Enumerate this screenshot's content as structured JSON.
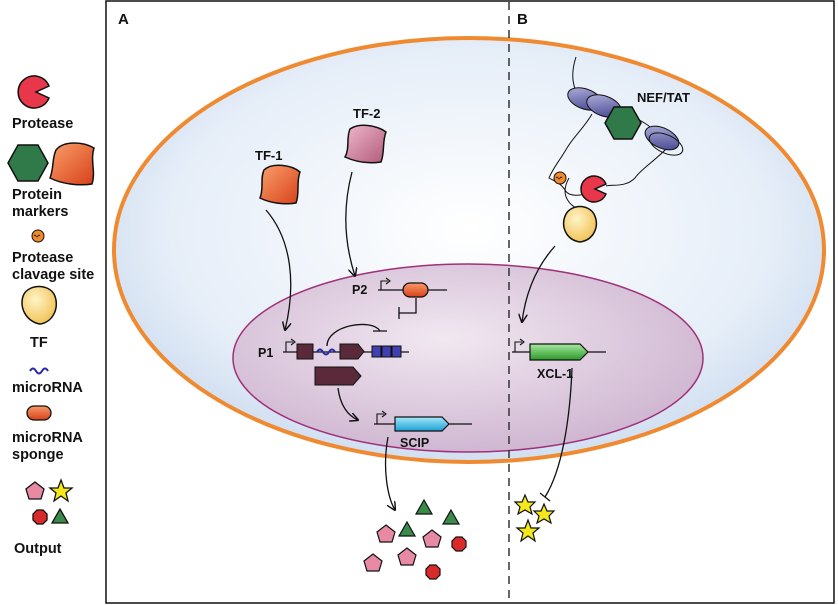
{
  "legend": {
    "protease": "Protease",
    "protein_markers_line1": "Protein",
    "protein_markers_line2": "markers",
    "cleavage_line1": "Protease",
    "cleavage_line2": "clavage site",
    "tf": "TF",
    "microrna": "microRNA",
    "sponge_line1": "microRNA",
    "sponge_line2": "sponge",
    "output": "Output"
  },
  "panel_a": {
    "label": "A",
    "tf1": "TF-1",
    "tf2": "TF-2",
    "p1": "P1",
    "p2": "P2",
    "scip": "SCIP"
  },
  "panel_b": {
    "label": "B",
    "nef_tat": "NEF/TAT",
    "xcl1": "XCL-1"
  },
  "colors": {
    "cell_outline": "#f08a30",
    "nucleus_outline": "#a0307a",
    "protease": "#e8364a",
    "protein_marker_hex": "#2f7a48",
    "tf_yellow": "#f8d77a",
    "microrna": "#2a2aa8",
    "sponge": "#e8501e",
    "output_pentagon": "#e88aa4",
    "output_star": "#f4e81a",
    "output_octagon": "#d82a2a",
    "output_triangle": "#3a8a4a",
    "gene_scip": "#3ec0ea",
    "gene_xcl1": "#4cc04c"
  }
}
